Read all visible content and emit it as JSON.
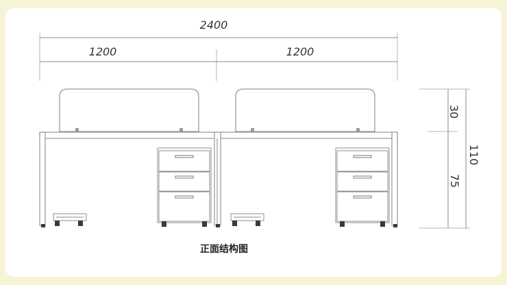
{
  "dimensions": {
    "total_width": "2400",
    "left_width": "1200",
    "right_width": "1200",
    "total_height": "110",
    "upper_height": "30",
    "lower_height": "75"
  },
  "caption": "正面结构图"
}
